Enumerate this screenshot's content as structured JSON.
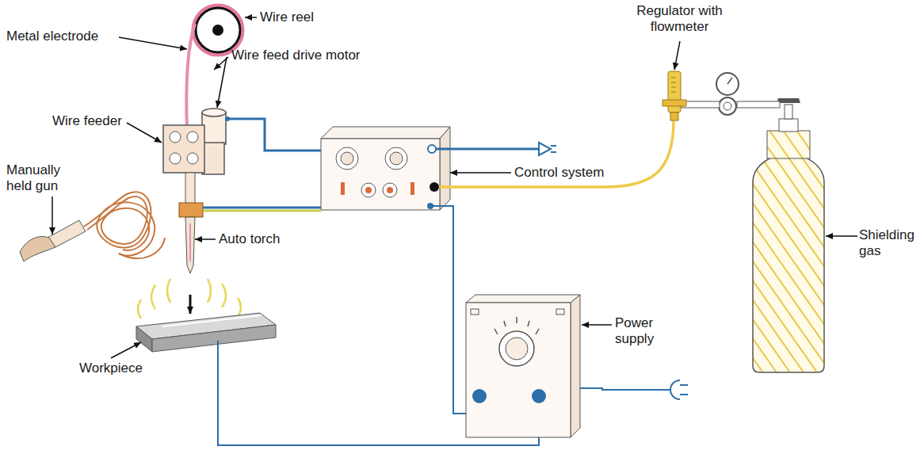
{
  "diagram": {
    "labels": [
      "Wire reel",
      "Metal electrode",
      "Wire feed drive motor",
      "Wire feeder",
      "Manually held gun",
      "Auto torch",
      "Control system",
      "Regulator with flowmeter",
      "Shielding gas",
      "Workpiece",
      "Power supply"
    ]
  }
}
